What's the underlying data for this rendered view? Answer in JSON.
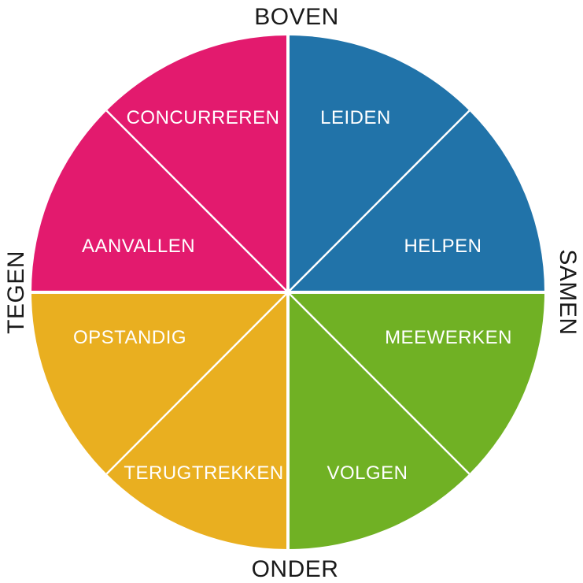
{
  "diagram": {
    "type": "circumplex-rose",
    "axes": {
      "top": "BOVEN",
      "bottom": "ONDER",
      "left": "TEGEN",
      "right": "SAMEN"
    },
    "sectors": {
      "leiden": {
        "label": "LEIDEN",
        "color": "#2173A9",
        "quadrant": "boven-samen"
      },
      "helpen": {
        "label": "HELPEN",
        "color": "#2173A9",
        "quadrant": "boven-samen"
      },
      "meewerken": {
        "label": "MEEWERKEN",
        "color": "#70B124",
        "quadrant": "onder-samen"
      },
      "volgen": {
        "label": "VOLGEN",
        "color": "#70B124",
        "quadrant": "onder-samen"
      },
      "terugtrekken": {
        "label": "TERUGTREKKEN",
        "color": "#E9AF20",
        "quadrant": "onder-tegen"
      },
      "opstandig": {
        "label": "OPSTANDIG",
        "color": "#E9AF20",
        "quadrant": "onder-tegen"
      },
      "aanvallen": {
        "label": "AANVALLEN",
        "color": "#E31A6E",
        "quadrant": "boven-tegen"
      },
      "concurreren": {
        "label": "CONCURREREN",
        "color": "#E31A6E",
        "quadrant": "boven-tegen"
      }
    },
    "colors": {
      "pink": "#E31A6E",
      "blue": "#2173A9",
      "yellow": "#E9AF20",
      "green": "#70B124",
      "divider": "#FFFFFF",
      "sector_text": "#FFFFFF",
      "axis_text": "#1A1A1A",
      "background": "#FFFFFF"
    }
  }
}
